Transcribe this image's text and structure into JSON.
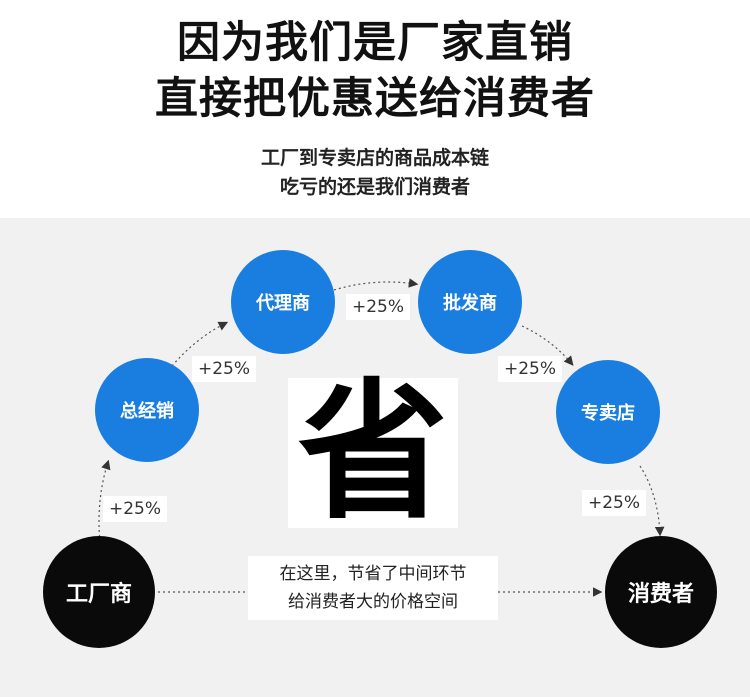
{
  "headline": {
    "line1": "因为我们是厂家直销",
    "line2": "直接把优惠送给消费者"
  },
  "subtitle": {
    "line1": "工厂到专卖店的商品成本链",
    "line2": "吃亏的还是我们消费者"
  },
  "nodes": {
    "factory": "工厂商",
    "distributor": "总经销",
    "agent": "代理商",
    "wholesaler": "批发商",
    "store": "专卖店",
    "consumer": "消费者"
  },
  "markups": [
    "+25%",
    "+25%",
    "+25%",
    "+25%",
    "+25%"
  ],
  "center_char": "省",
  "note": {
    "line1": "在这里，节省了中间环节",
    "line2": "给消费者大的价格空间"
  },
  "colors": {
    "node_blue": "#1a7ee0",
    "node_black": "#0a0a0a",
    "panel_bg": "#f1f1f1"
  }
}
